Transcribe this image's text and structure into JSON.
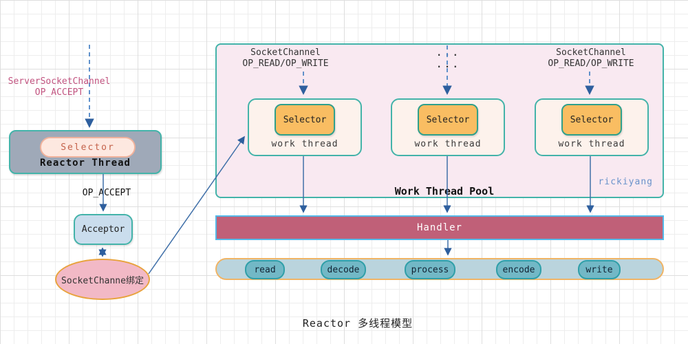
{
  "title": "Reactor 多线程模型",
  "watermark": "rickiyang",
  "left": {
    "channel_label": [
      "ServerSocketChannel",
      "OP_ACCEPT"
    ],
    "reactor_selector": "Selector",
    "reactor_label": "Reactor Thread",
    "op_accept": "OP_ACCEPT",
    "acceptor": "Acceptor",
    "bind_ellipse": "SocketChanne绑定"
  },
  "pool": {
    "label": "Work Thread Pool",
    "columns": [
      {
        "line1": "SocketChannel",
        "line2": "OP_READ/OP_WRITE"
      },
      {
        "line1": "...",
        "line2": "..."
      },
      {
        "line1": "SocketChannel",
        "line2": "OP_READ/OP_WRITE"
      }
    ],
    "threads": [
      {
        "selector": "Selector",
        "label": "work thread"
      },
      {
        "selector": "Selector",
        "label": "work thread"
      },
      {
        "selector": "Selector",
        "label": "work thread"
      }
    ]
  },
  "handler": "Handler",
  "pipeline": [
    "read",
    "decode",
    "process",
    "encode",
    "write"
  ],
  "colors": {
    "teal_border": "#43b3a9",
    "pool_bg": "#f9e9f1",
    "thread_bg": "#fdf2ec",
    "selector_fill": "#f9bd62",
    "selector_border": "#2fa08c",
    "reactor_gray": "#9fa9b8",
    "reactor_pill_bg": "#fde8e0",
    "reactor_pill_border": "#f0b29c",
    "reactor_pill_text": "#c4624a",
    "acceptor_bg": "#cadded",
    "ellipse_bg": "#f2b9c6",
    "ellipse_border": "#e8a33d",
    "handler_bg": "#c06078",
    "handler_border": "#54b8e8",
    "pipeline_bg": "#bad4dd",
    "pipeline_border": "#f0b465",
    "capsule_bg": "#72b8c6",
    "capsule_border": "#2f9fa8",
    "label_pink": "#c25480",
    "watermark_blue": "#6a93cb",
    "arrow_solid": "#3f6fa8",
    "arrow_dashed": "#4f86c6"
  }
}
